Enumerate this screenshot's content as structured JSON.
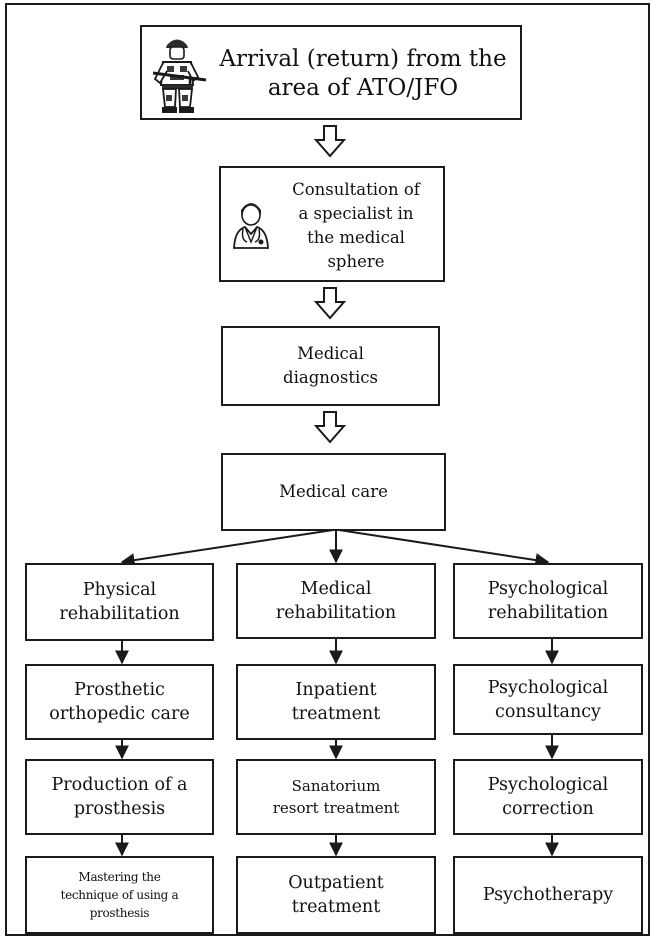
{
  "flow": {
    "arrival": "Arrival (return) from the\narea of ATO/JFO",
    "consultation": "Consultation of\na specialist in\nthe medical\nsphere",
    "diagnostics": "Medical\ndiagnostics",
    "care": "Medical care"
  },
  "branches": {
    "physical": {
      "title": "Physical\nrehabilitation",
      "steps": [
        "Prosthetic\northopedic care",
        "Production of a\nprosthesis",
        "Mastering the\ntechnique of using a\nprosthesis"
      ]
    },
    "medical": {
      "title": "Medical\nrehabilitation",
      "steps": [
        "Inpatient\ntreatment",
        "Sanatorium\nresort  treatment",
        "Outpatient\ntreatment"
      ]
    },
    "psychological": {
      "title": "Psychological\nrehabilitation",
      "steps": [
        "Psychological\nconsultancy",
        "Psychological\ncorrection",
        "Psychotherapy"
      ]
    }
  },
  "icons": {
    "arrival": "soldier-icon",
    "consultation": "doctor-icon"
  },
  "colors": {
    "line": "#1a1a1a",
    "background": "#ffffff",
    "text": "#111111"
  }
}
